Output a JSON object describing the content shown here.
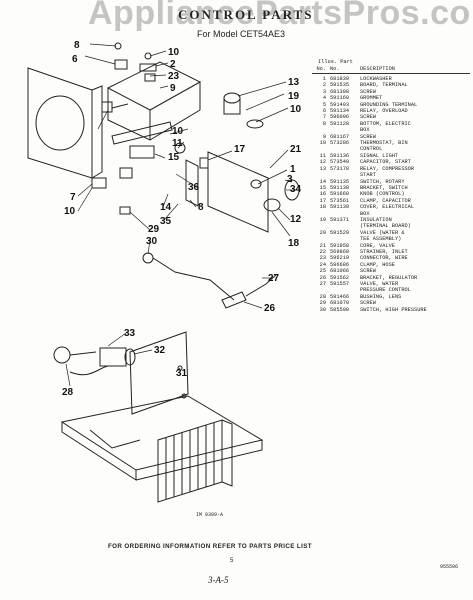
{
  "watermark": "AppliancePartsPros.com",
  "title": "CONTROL PARTS",
  "subtitle": "For Model CET54AE3",
  "table": {
    "header_top": "Illus. Part",
    "header_no": "No.",
    "header_partno": "No.",
    "header_desc": "DESCRIPTION",
    "rows": [
      {
        "illus": "1",
        "part": "681839",
        "desc": "LOCKWASHER"
      },
      {
        "illus": "2",
        "part": "591535",
        "desc": "BOARD, TERMINAL"
      },
      {
        "illus": "3",
        "part": "681308",
        "desc": "SCREW"
      },
      {
        "illus": "4",
        "part": "591160",
        "desc": "GROMMET"
      },
      {
        "illus": "5",
        "part": "591403",
        "desc": "GROUNDING TERMINAL"
      },
      {
        "illus": "6",
        "part": "591134",
        "desc": "RELAY, OVERLOAD"
      },
      {
        "illus": "7",
        "part": "596006",
        "desc": "SCREW"
      },
      {
        "illus": "8",
        "part": "591128",
        "desc": "BOTTOM, ELECTRIC"
      },
      {
        "illus": "",
        "part": "",
        "desc": "BOX"
      },
      {
        "illus": "9",
        "part": "681167",
        "desc": "SCREW"
      },
      {
        "illus": "10",
        "part": "573286",
        "desc": "THERMOSTAT, BIN"
      },
      {
        "illus": "",
        "part": "",
        "desc": "CONTROL"
      },
      {
        "illus": "11",
        "part": "591136",
        "desc": "SIGNAL LIGHT"
      },
      {
        "illus": "12",
        "part": "573549",
        "desc": "CAPACITOR, START"
      },
      {
        "illus": "13",
        "part": "573178",
        "desc": "RELAY, COMPRESSOR"
      },
      {
        "illus": "",
        "part": "",
        "desc": "START"
      },
      {
        "illus": "14",
        "part": "591135",
        "desc": "SWITCH, ROTARY"
      },
      {
        "illus": "15",
        "part": "591138",
        "desc": "BRACKET, SWITCH"
      },
      {
        "illus": "16",
        "part": "591660",
        "desc": "KNOB (CONTROL)"
      },
      {
        "illus": "17",
        "part": "573561",
        "desc": "CLAMP, CAPACITOR"
      },
      {
        "illus": "18",
        "part": "591139",
        "desc": "COVER, ELECTRICAL"
      },
      {
        "illus": "",
        "part": "",
        "desc": "BOX"
      },
      {
        "illus": "19",
        "part": "591371",
        "desc": "INSULATION"
      },
      {
        "illus": "",
        "part": "",
        "desc": "(TERMINAL BOARD)"
      },
      {
        "illus": "20",
        "part": "591529",
        "desc": "VALVE (WATER &"
      },
      {
        "illus": "",
        "part": "",
        "desc": "TEE ASSEMBLY)"
      },
      {
        "illus": "21",
        "part": "591958",
        "desc": "CORE, VALVE"
      },
      {
        "illus": "22",
        "part": "569868",
        "desc": "STRAINER, INLET"
      },
      {
        "illus": "23",
        "part": "596219",
        "desc": "CONNECTOR, WIRE"
      },
      {
        "illus": "24",
        "part": "596686",
        "desc": "CLAMP, HOSE"
      },
      {
        "illus": "25",
        "part": "681066",
        "desc": "SCREW"
      },
      {
        "illus": "26",
        "part": "591562",
        "desc": "BRACKET, REGULATOR"
      },
      {
        "illus": "27",
        "part": "591557",
        "desc": "VALVE, WATER"
      },
      {
        "illus": "",
        "part": "",
        "desc": "PRESSURE CONTROL"
      },
      {
        "illus": "28",
        "part": "591466",
        "desc": "BUSHING, LENS"
      },
      {
        "illus": "29",
        "part": "681070",
        "desc": "SCREW"
      },
      {
        "illus": "30",
        "part": "585590",
        "desc": "SWITCH, HIGH PRESSURE"
      }
    ]
  },
  "callouts": [
    {
      "label": "8"
    },
    {
      "label": "6"
    },
    {
      "label": "10"
    },
    {
      "label": "2"
    },
    {
      "label": "23"
    },
    {
      "label": "9"
    },
    {
      "label": "13"
    },
    {
      "label": "19"
    },
    {
      "label": "10"
    },
    {
      "label": "10"
    },
    {
      "label": "11"
    },
    {
      "label": "15"
    },
    {
      "label": "17"
    },
    {
      "label": "21"
    },
    {
      "label": "1"
    },
    {
      "label": "3"
    },
    {
      "label": "34"
    },
    {
      "label": "7"
    },
    {
      "label": "36"
    },
    {
      "label": "10"
    },
    {
      "label": "14"
    },
    {
      "label": "8"
    },
    {
      "label": "35"
    },
    {
      "label": "29"
    },
    {
      "label": "30"
    },
    {
      "label": "12"
    },
    {
      "label": "18"
    },
    {
      "label": "27"
    },
    {
      "label": "26"
    },
    {
      "label": "33"
    },
    {
      "label": "32"
    },
    {
      "label": "28"
    },
    {
      "label": "31"
    }
  ],
  "figure_id": "IM 0309-A",
  "footer_text": "FOR ORDERING INFORMATION REFER TO PARTS PRICE LIST",
  "page_number": "5",
  "doc_number": "955506",
  "handwritten": "3-A-5"
}
